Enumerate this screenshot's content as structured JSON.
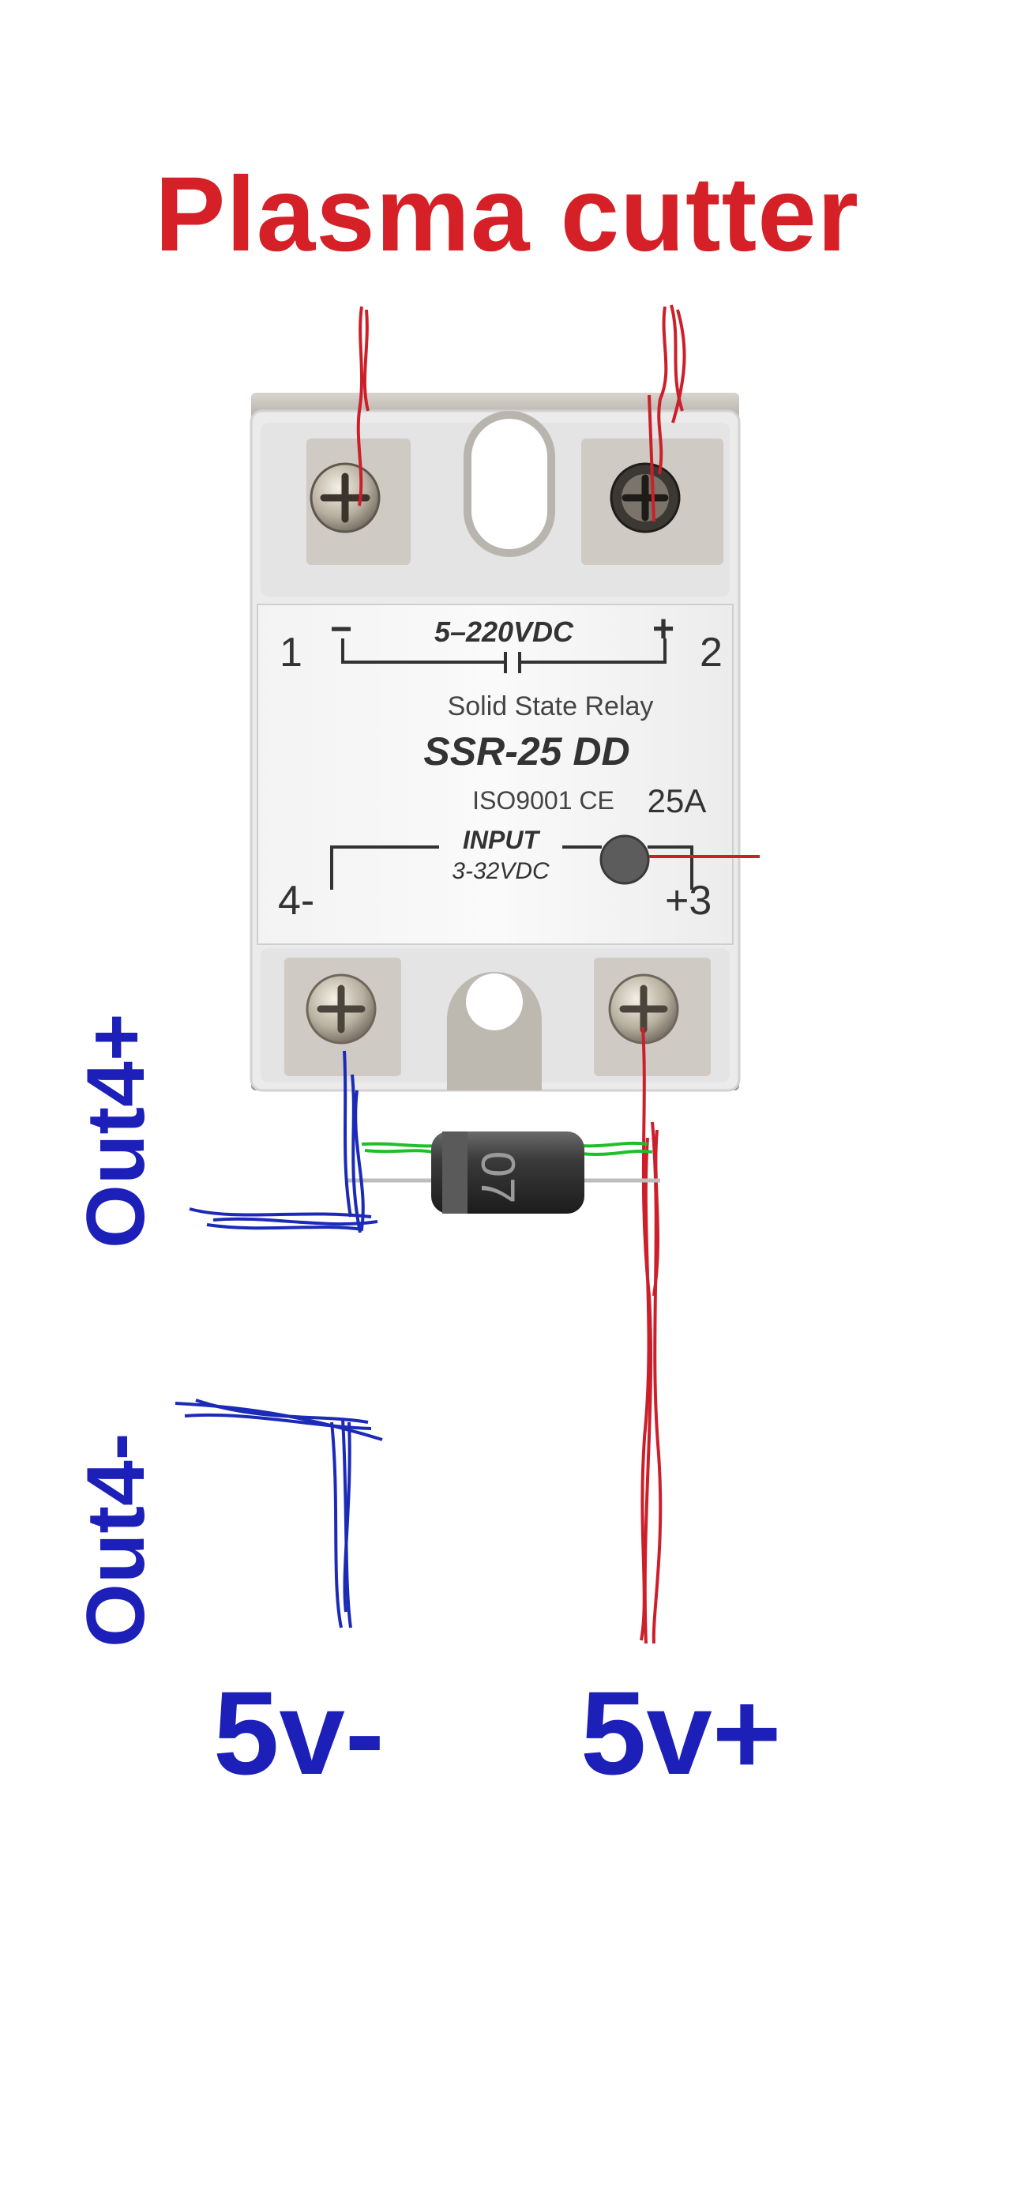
{
  "title": "Plasma cutter",
  "labels": {
    "out_plus": "Out4+",
    "out_minus": "Out4-",
    "v_minus": "5v-",
    "v_plus": "5v+"
  },
  "relay": {
    "terminal_1": "1",
    "terminal_2": "2",
    "terminal_3": "+3",
    "terminal_4": "4-",
    "output_minus": "−",
    "output_plus": "+",
    "output_voltage": "5–220VDC",
    "type": "Solid State Relay",
    "model": "SSR-25 DD",
    "cert": "ISO9001 CE",
    "current": "25A",
    "input_label": "INPUT",
    "input_voltage": "3-32VDC"
  },
  "diode": {
    "marking": "07"
  },
  "colors": {
    "title": "#d42026",
    "labels": "#1c1fb8",
    "red_wire": "#cc1f2a",
    "blue_wire": "#1c2ab8",
    "green_wire": "#1fbf2a"
  }
}
